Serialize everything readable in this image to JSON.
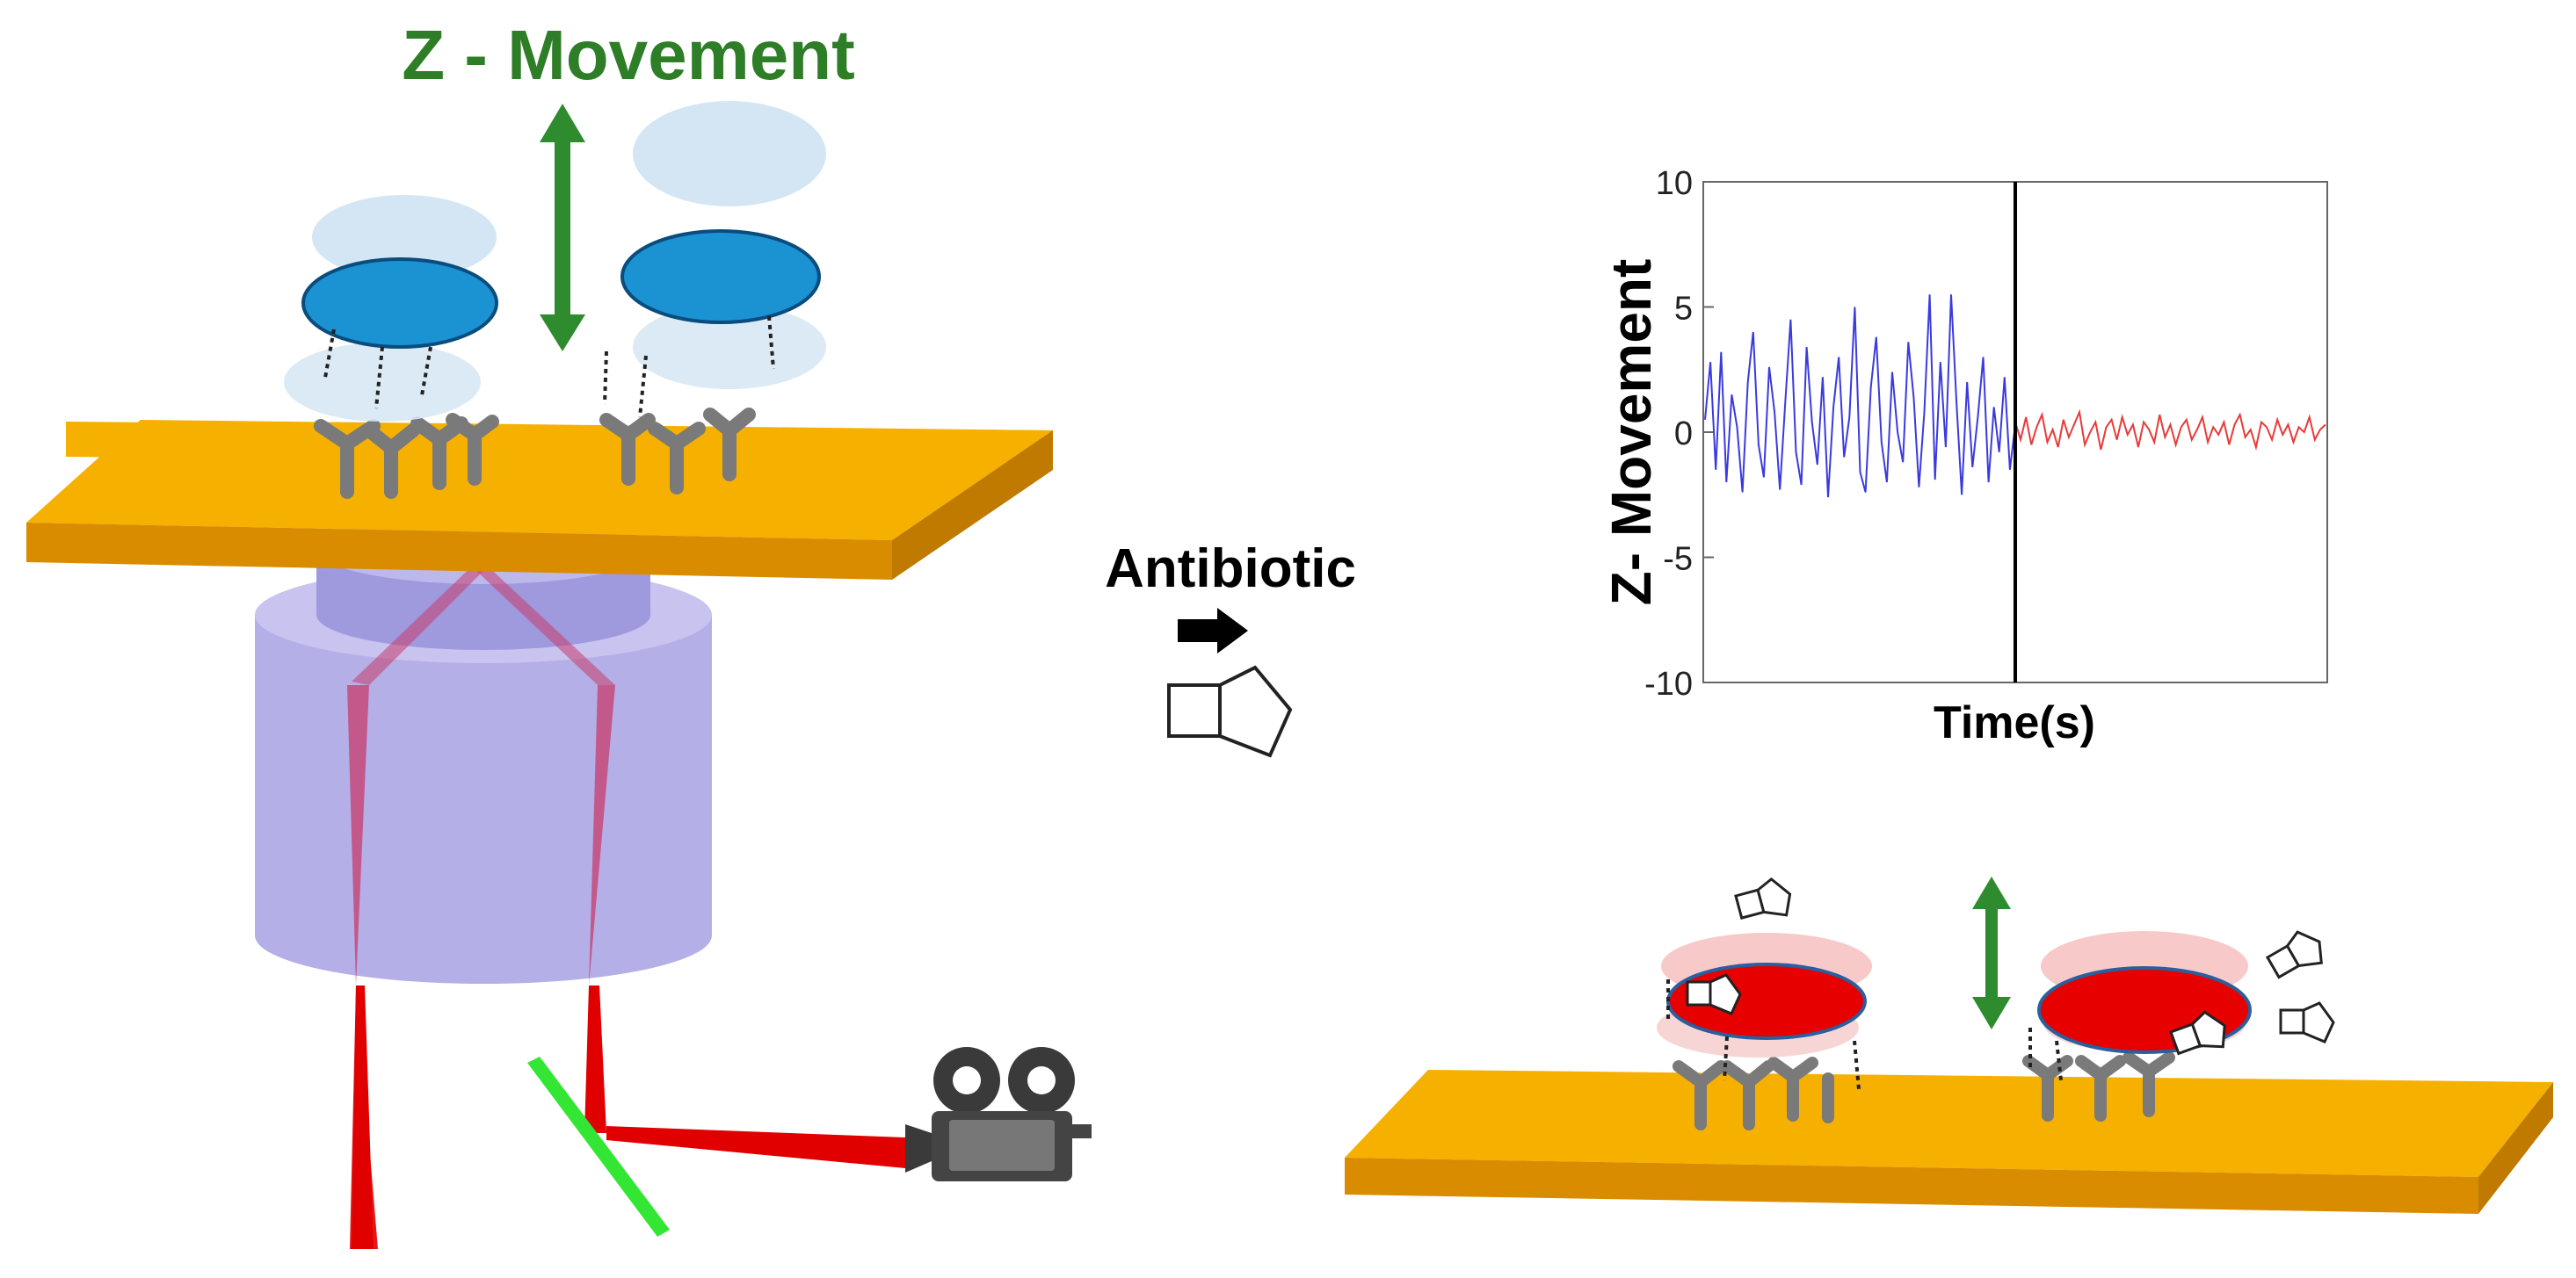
{
  "figure": {
    "title": "Z - Movement",
    "arrow_label": "Antibiotic"
  },
  "colors": {
    "title_green": "#2e7d27",
    "gold_stage": "#f5b000",
    "gold_front": "#d98c00",
    "lens_purple": "#b0abe6",
    "bacterium_blue": "#1b93d2",
    "bacterium_red": "#e60000",
    "laser_red": "#e00000",
    "mirror_green": "#33e633",
    "trace_before": "#3a3ae0",
    "trace_after": "#e83a3a"
  },
  "chart_data": {
    "type": "line",
    "title": "",
    "xlabel": "Time(s)",
    "ylabel": "Z- Movement",
    "ylim": [
      -10,
      10
    ],
    "yticks": [
      "10",
      "5",
      "0",
      "-5",
      "-10"
    ],
    "x_ticks_shown": false,
    "grid": false,
    "marker_line": "vertical line at antibiotic addition (midpoint of time axis)",
    "series": [
      {
        "name": "",
        "color": "#3a3ae0",
        "segment": "before antibiotic",
        "values": [
          0.5,
          2.8,
          -1.5,
          3.2,
          -2.0,
          1.5,
          0.2,
          -2.4,
          2.0,
          4.0,
          -0.5,
          -1.8,
          2.6,
          0.8,
          -2.3,
          1.2,
          4.5,
          -0.8,
          -2.1,
          3.4,
          0.4,
          -1.3,
          2.2,
          -2.6,
          1.0,
          3.0,
          -1.0,
          0.6,
          5.0,
          -1.6,
          -2.4,
          1.8,
          3.8,
          -0.4,
          -2.0,
          2.4,
          0.0,
          -1.2,
          3.6,
          1.4,
          -2.2,
          0.8,
          5.5,
          -1.9,
          2.8,
          -0.6,
          5.5,
          1.2,
          -2.5,
          2.0,
          -1.4,
          0.6,
          3.0,
          -2.0,
          1.0,
          -0.8,
          2.2,
          -1.5,
          0.3
        ]
      },
      {
        "name": "",
        "color": "#e83a3a",
        "segment": "after antibiotic",
        "values": [
          0.4,
          -0.3,
          0.6,
          -0.5,
          0.2,
          0.7,
          -0.4,
          0.1,
          -0.6,
          0.5,
          -0.2,
          0.3,
          0.8,
          -0.5,
          0.0,
          0.4,
          -0.7,
          0.2,
          0.5,
          -0.3,
          0.6,
          -0.1,
          0.3,
          -0.6,
          0.4,
          0.1,
          -0.4,
          0.7,
          -0.2,
          0.3,
          -0.5,
          0.2,
          0.5,
          -0.3,
          0.1,
          0.6,
          -0.4,
          0.2,
          -0.1,
          0.4,
          -0.5,
          0.3,
          0.7,
          -0.2,
          0.1,
          -0.6,
          0.4,
          0.2,
          -0.3,
          0.5,
          -0.1,
          0.3,
          -0.4,
          0.2,
          0.0,
          0.6,
          -0.3,
          0.1,
          0.3
        ]
      }
    ]
  }
}
